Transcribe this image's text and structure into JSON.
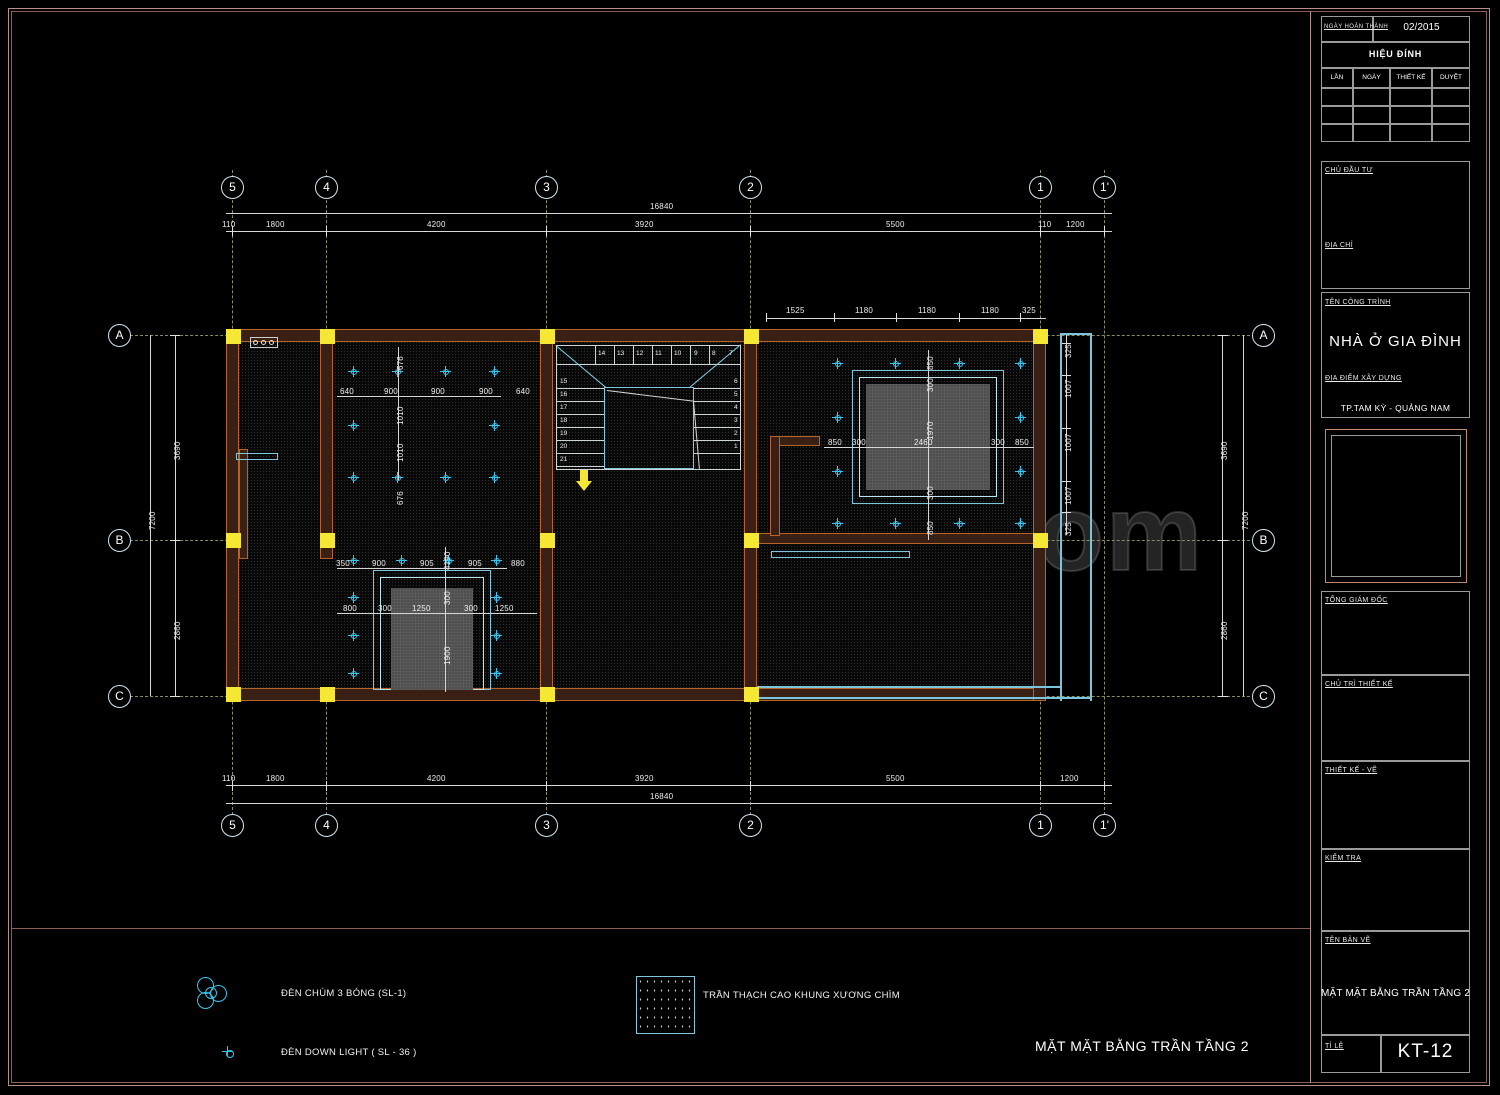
{
  "sheet": {
    "background": "#000000",
    "frame_color": "#b88f86",
    "accent_cyan": "#35c7ef",
    "column_yellow": "#f5e733",
    "wall_orange": "#b5642a"
  },
  "watermark": {
    "text": "DWGSHARE.com"
  },
  "title_block": {
    "completion_label": "NGÀY HOÀN THÀNH",
    "completion_value": "02/2015",
    "revision_header": "HIỆU ĐÍNH",
    "revision_columns": [
      "LẦN",
      "NGÀY",
      "THIẾT KẾ",
      "DUYỆT"
    ],
    "revision_rows": [
      [
        "",
        "",
        "",
        ""
      ],
      [
        "",
        "",
        "",
        ""
      ],
      [
        "",
        "",
        "",
        ""
      ]
    ],
    "investor_label": "CHỦ ĐẦU TƯ",
    "investor_value": "",
    "address_label": "ĐỊA CHỈ",
    "address_value": "",
    "project_label": "TÊN CÔNG TRÌNH",
    "project_value": "NHÀ Ở GIA ĐÌNH",
    "site_label": "ĐỊA ĐIỂM XÂY DỰNG",
    "site_value": "TP.TAM KỲ - QUẢNG NAM",
    "director_label": "TỔNG GIÁM ĐỐC",
    "director_value": "",
    "lead_designer_label": "CHỦ TRÌ THIẾT KẾ",
    "lead_designer_value": "",
    "designer_label": "THIẾT KẾ - VẼ",
    "designer_value": "",
    "checker_label": "KIỂM TRA",
    "checker_value": "",
    "drawing_name_label": "TÊN BẢN VẼ",
    "drawing_name_value": "MẶT MẶT BẰNG TRẦN TẦNG 2",
    "scale_label": "TỈ LỆ",
    "scale_value": "",
    "sheet_number": "KT-12"
  },
  "legend": {
    "items": [
      {
        "symbol": "chandelier-3-lamp-icon",
        "label": "ĐÈN CHÙM 3 BÓNG (SL-1)"
      },
      {
        "symbol": "downlight-icon",
        "label": "ĐÈN DOWN LIGHT ( SL - 36 )"
      },
      {
        "symbol": "gypsum-ceiling-hatch-icon",
        "label": "TRẦN THẠCH CAO KHUNG XƯƠNG CHÌM"
      }
    ],
    "plan_caption": "MẶT MẶT BẰNG TRẦN TẦNG 2"
  },
  "plan": {
    "grid_horizontal_labels": [
      "5",
      "4",
      "3",
      "2",
      "1",
      "1'"
    ],
    "grid_vertical_labels": [
      "A",
      "B",
      "C"
    ],
    "dimensions_top_outer": [
      "16840"
    ],
    "dimensions_top_inner": [
      "110",
      "1800",
      "4200",
      "3920",
      "5500",
      "110",
      "1200"
    ],
    "dimensions_bottom_inner": [
      "110",
      "1800",
      "4200",
      "3920",
      "5500",
      "1200"
    ],
    "dimensions_bottom_outer": [
      "16840"
    ],
    "dimensions_left_outer": [
      "7200"
    ],
    "dimensions_left_inner": [
      "3690",
      "2860"
    ],
    "dimensions_right_outer": [
      "7200"
    ],
    "dimensions_right_inner": [
      "3690",
      "2860"
    ],
    "room_left_top_h": [
      "640",
      "900",
      "900",
      "900",
      "640"
    ],
    "room_left_top_v": [
      "676",
      "1010",
      "1010",
      "676"
    ],
    "room_left_bottom_h1": [
      "350",
      "900",
      "905",
      "905",
      "880"
    ],
    "room_left_bottom_h2": [
      "800",
      "300",
      "1250",
      "300",
      "1250"
    ],
    "room_left_bottom_v": [
      "4190",
      "300",
      "1900"
    ],
    "room_right_top_h": [
      "1525",
      "1180",
      "1180",
      "1180",
      "325"
    ],
    "room_right_h": [
      "850",
      "300",
      "2460",
      "300",
      "850"
    ],
    "room_right_v": [
      "850",
      "300",
      "1970",
      "300",
      "850"
    ],
    "room_right_edge_v": [
      "325",
      "1007",
      "1007",
      "1007",
      "325"
    ],
    "stair_tread_numbers_top": [
      "14",
      "13",
      "12",
      "11",
      "10",
      "9",
      "8",
      "7"
    ],
    "stair_tread_numbers_left": [
      "15",
      "16",
      "17",
      "18",
      "19",
      "20",
      "21"
    ],
    "stair_tread_numbers_right": [
      "6",
      "5",
      "4",
      "3",
      "2",
      "1"
    ]
  }
}
